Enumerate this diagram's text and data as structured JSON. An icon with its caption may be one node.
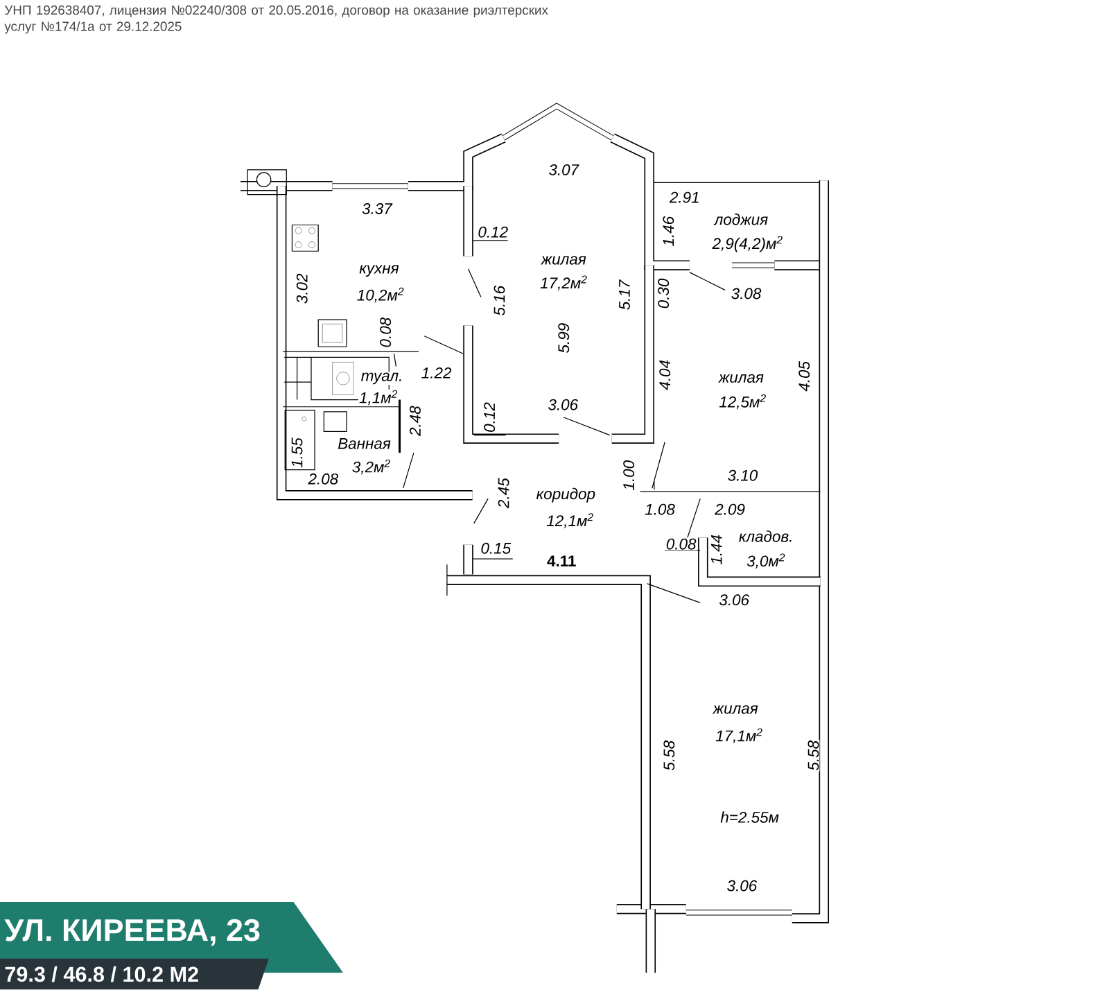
{
  "diagram": {
    "title": "УЛ. КИРЕЕВА, 23",
    "caption": "79.3 / 46.8 / 10.2 М2",
    "labels": [
      "УНП 192638407, лицензия №02240/308 от 20.05.2016, договор на оказание риэлтерских услуг №174/1а от 29.12.2025",
      "3.07",
      "2.91",
      "3.37",
      "лоджия",
      "2,9(4,2)м$^{2}$",
      "1.46",
      "0.12",
      "жилая",
      "17,2м$^{2}$",
      "кухня",
      "10,2м$^{2}$",
      "3.02",
      "5.16",
      "5.17",
      "0.30",
      "3.08",
      "5.99",
      "0.08",
      "1.22",
      "4.04",
      "жилая",
      "12,5м$^{2}$",
      "4.05",
      "туал.",
      "1,1м$^{2}$",
      "3.06",
      "0.12",
      "2.48",
      "Ванная",
      "3,2м$^{2}$",
      "1.55",
      "2.08",
      "1.00",
      "3.10",
      "2.45",
      "коридор",
      "12,1м$^{2}$",
      "1.08",
      "2.09",
      "0.08",
      "1.44",
      "кладов.",
      "3,0м$^{2}$",
      "0.15",
      "4.11",
      "3.06",
      "жилая",
      "17,1м$^{2}$",
      "5.58",
      "5.58",
      "h=2.55м",
      "3.06"
    ]
  }
}
